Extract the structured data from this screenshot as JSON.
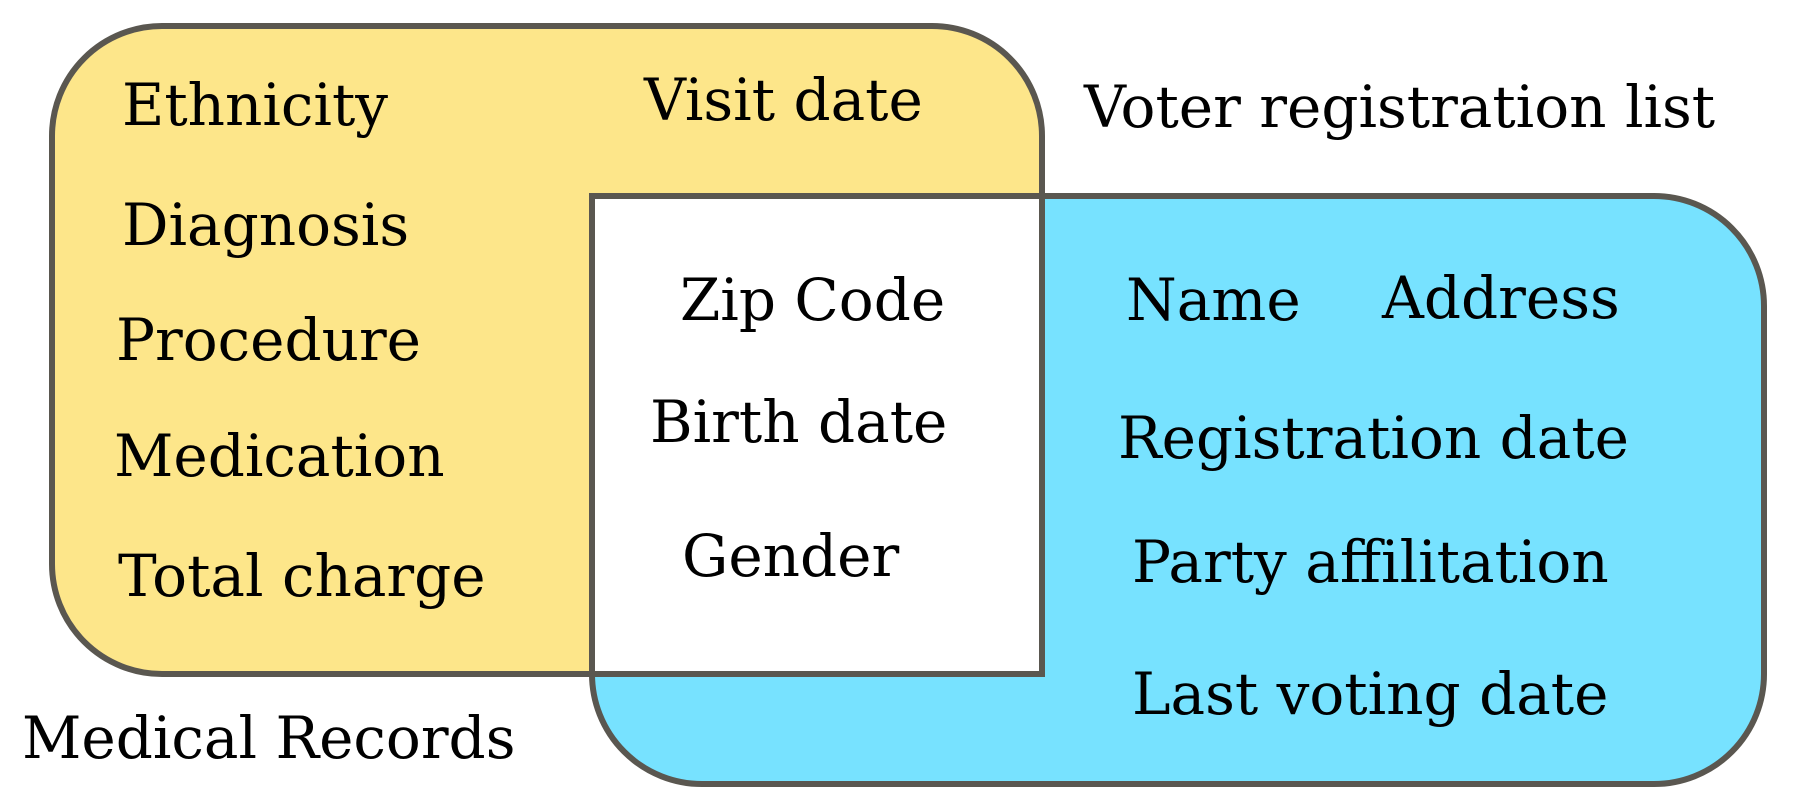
{
  "sets": {
    "medical": {
      "label": "Medical Records",
      "fill": "#fde68a",
      "items": [
        "Ethnicity",
        "Visit date",
        "Diagnosis",
        "Procedure",
        "Medication",
        "Total charge"
      ]
    },
    "voter": {
      "label": "Voter registration list",
      "fill": "#77e2ff",
      "items": [
        "Name",
        "Address",
        "Registration date",
        "Party affilitation",
        "Last voting date"
      ]
    },
    "overlap": {
      "fill": "#ffffff",
      "items": [
        "Zip Code",
        "Birth date",
        "Gender"
      ]
    }
  },
  "stroke": "#5a5750"
}
